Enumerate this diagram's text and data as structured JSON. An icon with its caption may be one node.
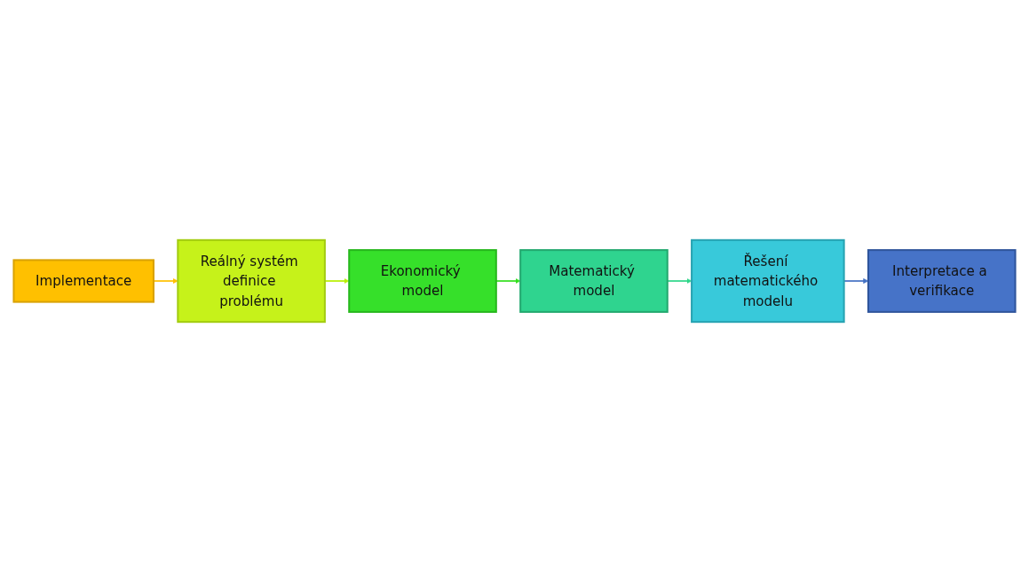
{
  "diagram": {
    "nodes": [
      {
        "text": [
          "Implementace"
        ]
      },
      {
        "text": [
          "Reálný systém definice problému"
        ]
      },
      {
        "text": [
          "Ekonomický model"
        ]
      },
      {
        "text": [
          "Matematický model"
        ]
      },
      {
        "text": [
          "Řešení matematického modelu"
        ]
      },
      {
        "text": [
          "Interpretace a verifikace"
        ]
      }
    ],
    "edges": [
      {
        "from": 0,
        "to": 1,
        "arrow": "to",
        "color": "#ffc000"
      },
      {
        "from": 1,
        "to": 2,
        "arrow": "to",
        "color": "#b8f000"
      },
      {
        "from": 2,
        "to": 3,
        "arrow": "to",
        "color": "#33e01f"
      },
      {
        "from": 3,
        "to": 4,
        "arrow": "to",
        "color": "#2ed68a"
      },
      {
        "from": 4,
        "to": 5,
        "arrow": "to",
        "color": "#4472c4"
      }
    ]
  }
}
